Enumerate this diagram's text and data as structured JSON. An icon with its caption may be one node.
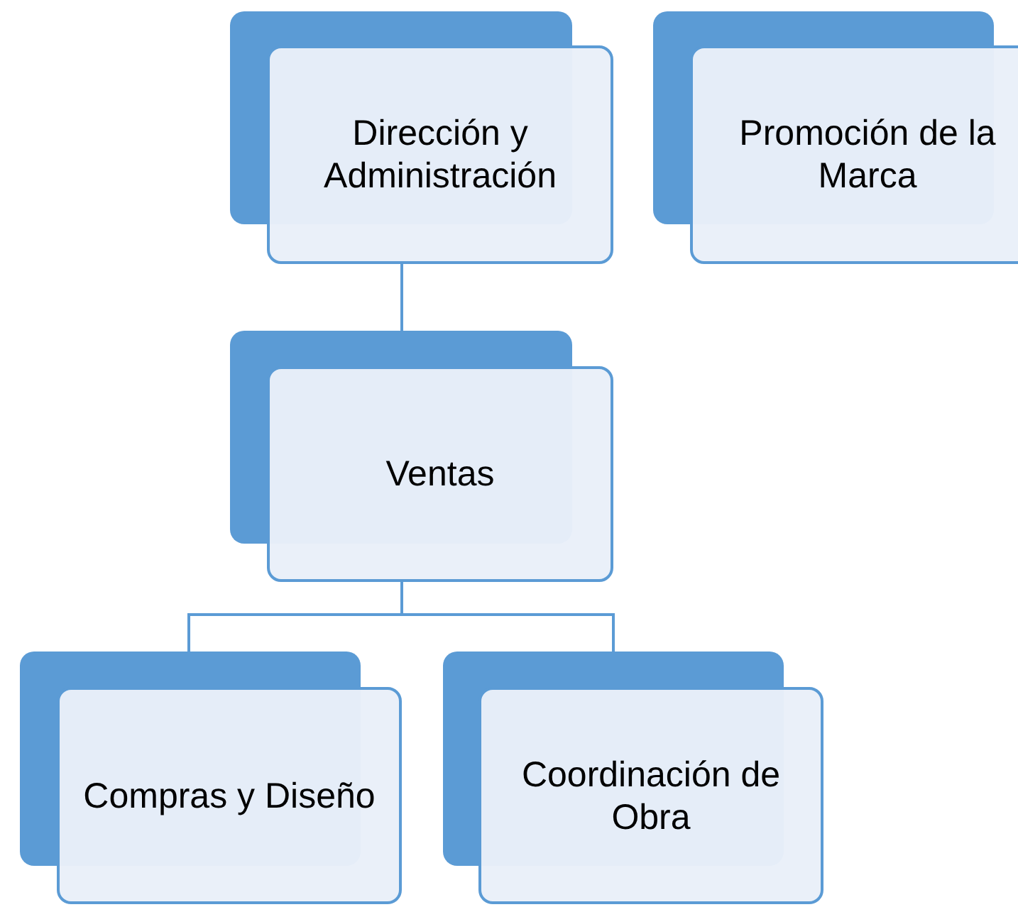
{
  "diagram": {
    "nodes": [
      {
        "text": [
          "Dirección y Administración"
        ]
      },
      {
        "text": [
          "Promoción de la Marca"
        ]
      },
      {
        "text": [
          "Ventas"
        ]
      },
      {
        "text": [
          "Compras y Diseño"
        ]
      },
      {
        "text": [
          "Coordinación de Obra"
        ]
      }
    ],
    "edges": [
      {
        "from": 0,
        "to": 2,
        "arrow": "none"
      },
      {
        "from": 2,
        "to": 3,
        "arrow": "none"
      },
      {
        "from": 2,
        "to": 4,
        "arrow": "none"
      }
    ]
  }
}
